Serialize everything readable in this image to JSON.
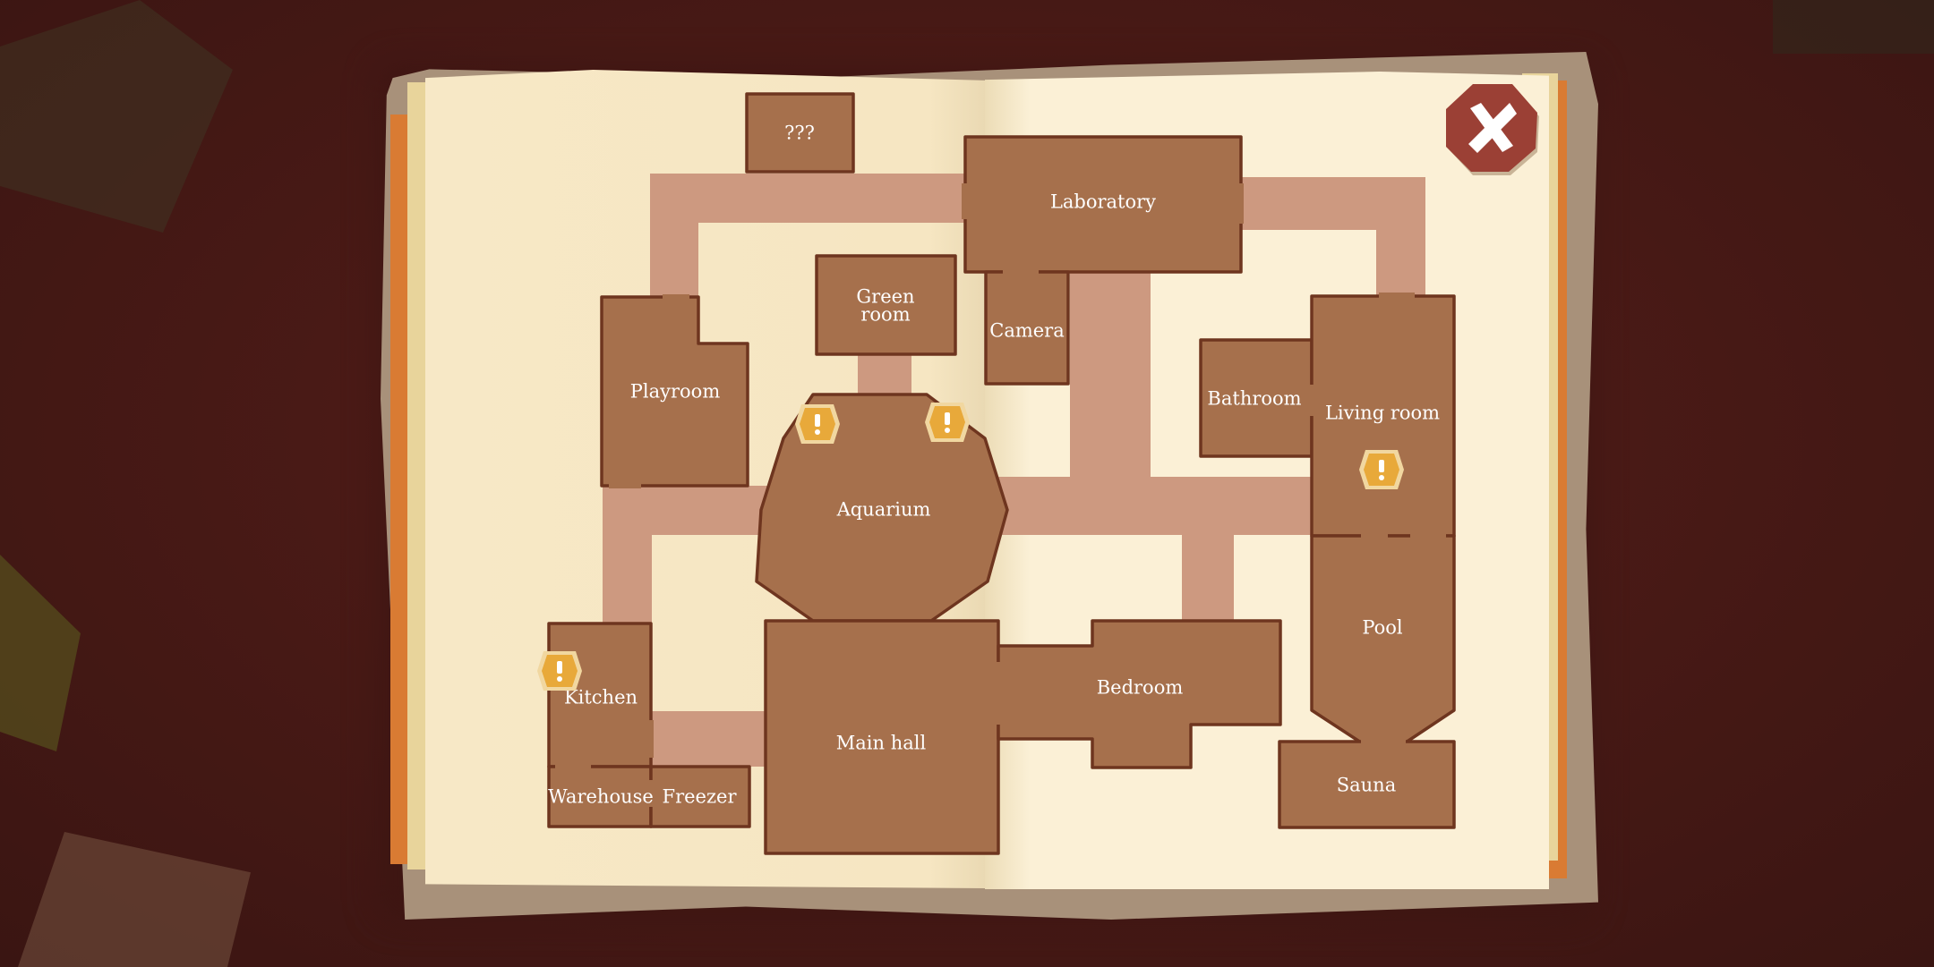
{
  "map": {
    "rooms": [
      {
        "id": "unknown",
        "label": "???"
      },
      {
        "id": "laboratory",
        "label": "Laboratory"
      },
      {
        "id": "green-room",
        "label": "Green room"
      },
      {
        "id": "camera",
        "label": "Camera"
      },
      {
        "id": "playroom",
        "label": "Playroom"
      },
      {
        "id": "aquarium",
        "label": "Aquarium"
      },
      {
        "id": "bathroom",
        "label": "Bathroom"
      },
      {
        "id": "living-room",
        "label": "Living room"
      },
      {
        "id": "pool",
        "label": "Pool"
      },
      {
        "id": "kitchen",
        "label": "Kitchen"
      },
      {
        "id": "warehouse",
        "label": "Warehouse"
      },
      {
        "id": "freezer",
        "label": "Freezer"
      },
      {
        "id": "main-hall",
        "label": "Main hall"
      },
      {
        "id": "bedroom",
        "label": "Bedroom"
      },
      {
        "id": "sauna",
        "label": "Sauna"
      }
    ],
    "green_room_lines": [
      "Green",
      "room"
    ],
    "alerts": [
      {
        "room": "aquarium",
        "icon": "exclamation-icon"
      },
      {
        "room": "aquarium",
        "icon": "exclamation-icon"
      },
      {
        "room": "living-room",
        "icon": "exclamation-icon"
      },
      {
        "room": "kitchen",
        "icon": "exclamation-icon"
      }
    ]
  },
  "close_button": {
    "icon": "close-icon"
  },
  "colors": {
    "room_fill": "#a6704c",
    "room_border": "#6e351f",
    "corridor": "#cd9980",
    "page": "#fbf0d6",
    "alert": "#e8a93a",
    "close": "#9b4035"
  }
}
